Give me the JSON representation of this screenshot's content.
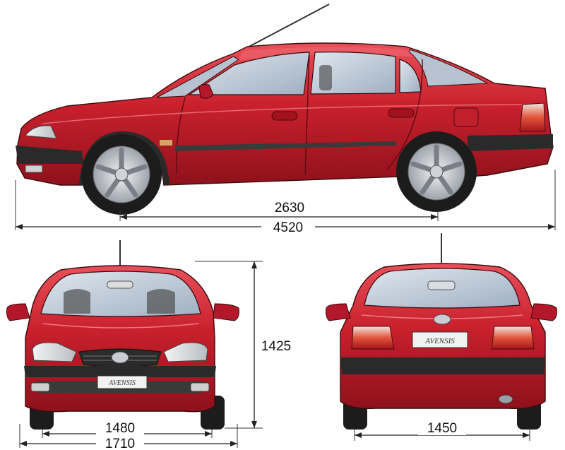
{
  "colors": {
    "body": "#c8202c",
    "body_dark": "#8e111b",
    "body_light": "#e8505a",
    "glass": "#bcc7d4",
    "trim": "#2a2a2a",
    "tire": "#1c1c1c",
    "rim": "#c9ccd2",
    "dimension": "#222222"
  },
  "side_view": {
    "wheelbase": "2630",
    "overall_length": "4520"
  },
  "front_view": {
    "height": "1425",
    "track": "1480",
    "overall_width": "1710",
    "badge": "AVENSIS"
  },
  "rear_view": {
    "track": "1450",
    "badge": "AVENSIS"
  }
}
